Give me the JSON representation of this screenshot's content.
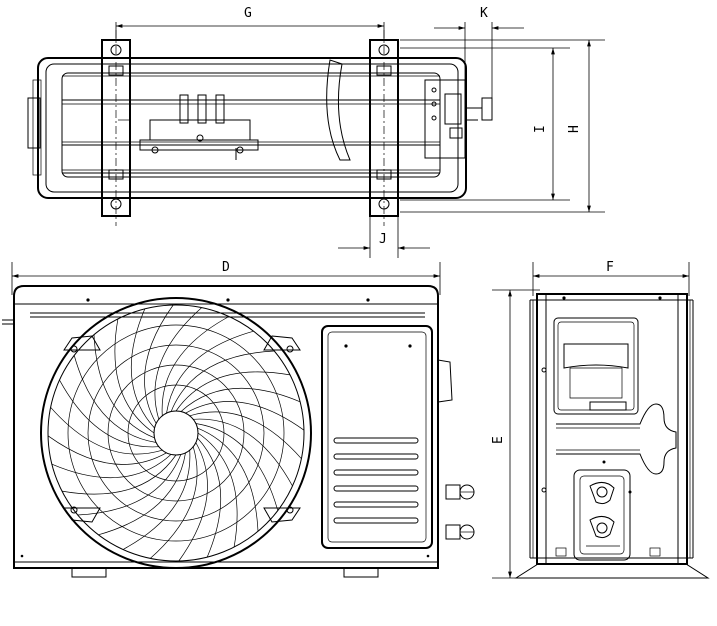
{
  "dimensions": {
    "A": "D",
    "B": "F",
    "C": "G",
    "H": "H",
    "I": "I",
    "J": "J",
    "K": "K",
    "E": "E"
  },
  "colors": {
    "ink": "#000000",
    "paper": "#ffffff"
  }
}
